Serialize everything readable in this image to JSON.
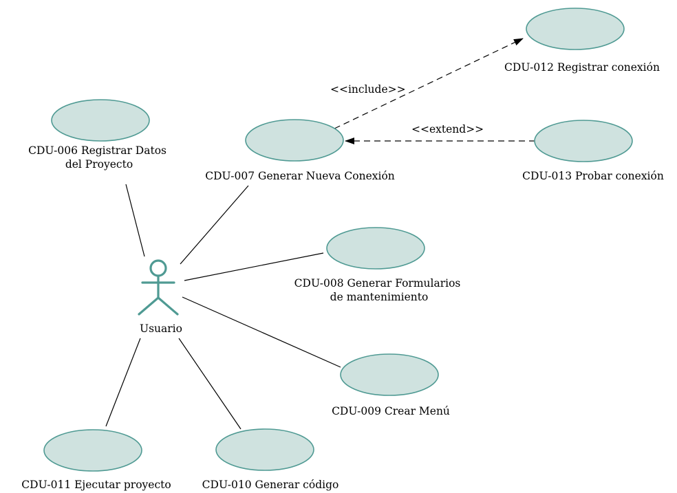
{
  "colors": {
    "usecase_fill": "#cfe2df",
    "usecase_stroke": "#4f9a93",
    "actor_stroke": "#4f9a93",
    "line": "#000000"
  },
  "actor": {
    "name": "Usuario",
    "icon": "stick-figure-icon"
  },
  "use_cases": [
    {
      "id": "cdu-006",
      "lines": [
        "CDU-006 Registrar Datos",
        "del Proyecto"
      ]
    },
    {
      "id": "cdu-007",
      "lines": [
        "CDU-007 Generar Nueva Conexión"
      ]
    },
    {
      "id": "cdu-008",
      "lines": [
        "CDU-008 Generar Formularios",
        "de mantenimiento"
      ]
    },
    {
      "id": "cdu-009",
      "lines": [
        "CDU-009 Crear Menú"
      ]
    },
    {
      "id": "cdu-010",
      "lines": [
        "CDU-010 Generar código"
      ]
    },
    {
      "id": "cdu-011",
      "lines": [
        "CDU-011 Ejecutar proyecto"
      ]
    },
    {
      "id": "cdu-012",
      "lines": [
        "CDU-012 Registrar conexión"
      ]
    },
    {
      "id": "cdu-013",
      "lines": [
        "CDU-013 Probar conexión"
      ]
    }
  ],
  "relations": [
    {
      "type": "include",
      "label": "<<include>>",
      "from": "cdu-007",
      "to": "cdu-012"
    },
    {
      "type": "extend",
      "label": "<<extend>>",
      "from": "cdu-013",
      "to": "cdu-007"
    }
  ]
}
